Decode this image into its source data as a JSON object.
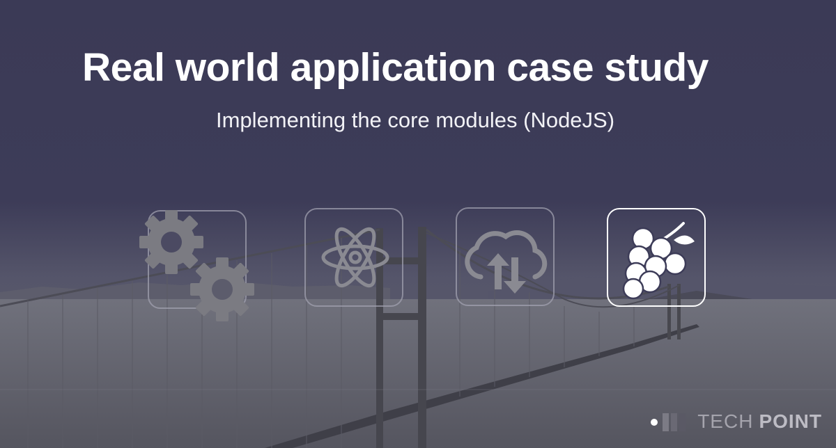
{
  "colors": {
    "sky": "#3d3c58",
    "water": "#6a6b75",
    "bridge": "#4a4a52",
    "title_text": "#ffffff",
    "icon_inactive": "#8a8a92",
    "icon_active": "#ffffff",
    "brand_text": "#a5a4ad"
  },
  "header": {
    "title": "Real world application case study",
    "subtitle": "Implementing the core modules (NodeJS)"
  },
  "modules": [
    {
      "icon": "gears-icon",
      "active": false
    },
    {
      "icon": "atom-icon",
      "active": false
    },
    {
      "icon": "cloud-sync-icon",
      "active": false
    },
    {
      "icon": "grapes-icon",
      "active": true
    }
  ],
  "brand": {
    "tech": "TECH",
    "point": "POINT",
    "icon": "logo-mark-icon"
  }
}
